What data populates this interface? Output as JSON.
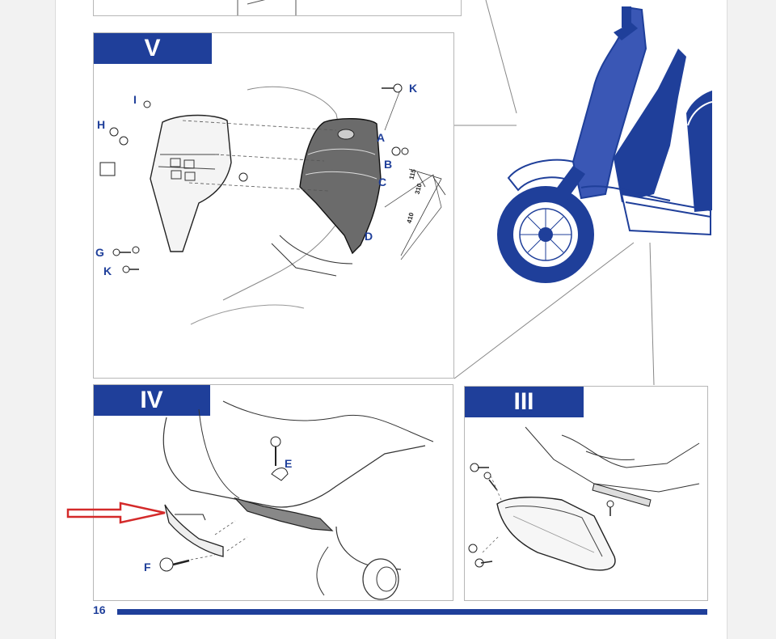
{
  "sections": {
    "v": {
      "label": "V"
    },
    "iv": {
      "label": "IV"
    },
    "iii": {
      "label": "III"
    }
  },
  "callouts": {
    "a": "A",
    "b": "B",
    "c": "C",
    "d": "D",
    "e": "E",
    "f": "F",
    "g": "G",
    "h": "H",
    "i": "I",
    "k_top": "K",
    "k_bottom": "K"
  },
  "dimensions": {
    "d1": "115",
    "d2": "310",
    "d3": "410"
  },
  "page_number": "16",
  "colors": {
    "accent": "#1f3f9a",
    "arrow": "#d42a2a",
    "line": "#333333"
  }
}
